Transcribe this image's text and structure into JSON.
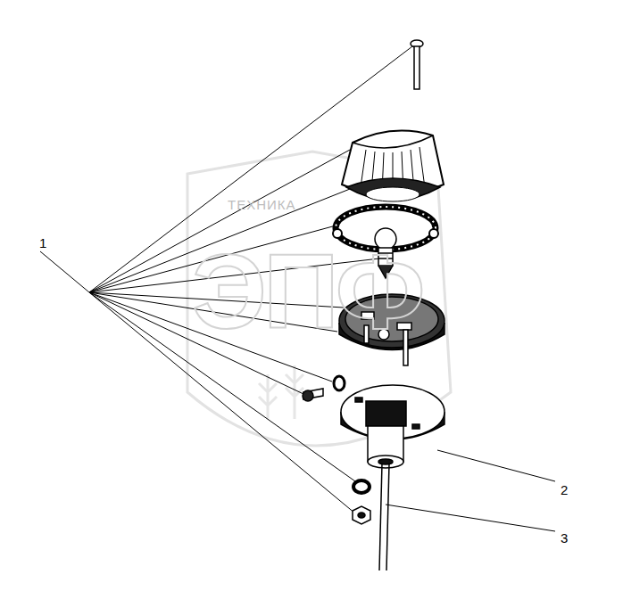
{
  "diagram": {
    "labels": [
      "1",
      "2",
      "3",
      "ТЕХНИКА",
      "ЭПФ"
    ]
  }
}
